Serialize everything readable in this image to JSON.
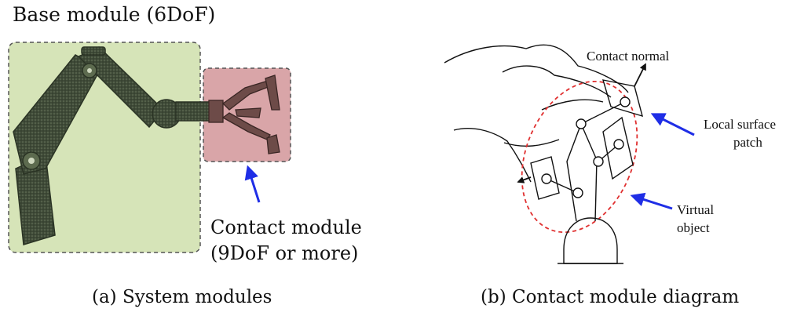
{
  "panel_a": {
    "base_label": "Base module (6DoF)",
    "contact_label_line1": "Contact module",
    "contact_label_line2": "(9DoF or more)",
    "caption": "(a) System modules",
    "colors": {
      "base_fill": "#d6e4b8",
      "contact_fill": "#d9a5a8",
      "arrow": "#1f2ee6",
      "arm": "#3f4a38"
    }
  },
  "panel_b": {
    "contact_normal_label": "Contact normal",
    "local_patch_line1": "Local surface",
    "local_patch_line2": "patch",
    "virtual_object_line1": "Virtual",
    "virtual_object_line2": "object",
    "caption": "(b) Contact module diagram",
    "colors": {
      "ellipse": "#e03030",
      "arrow": "#1f2ee6"
    }
  }
}
